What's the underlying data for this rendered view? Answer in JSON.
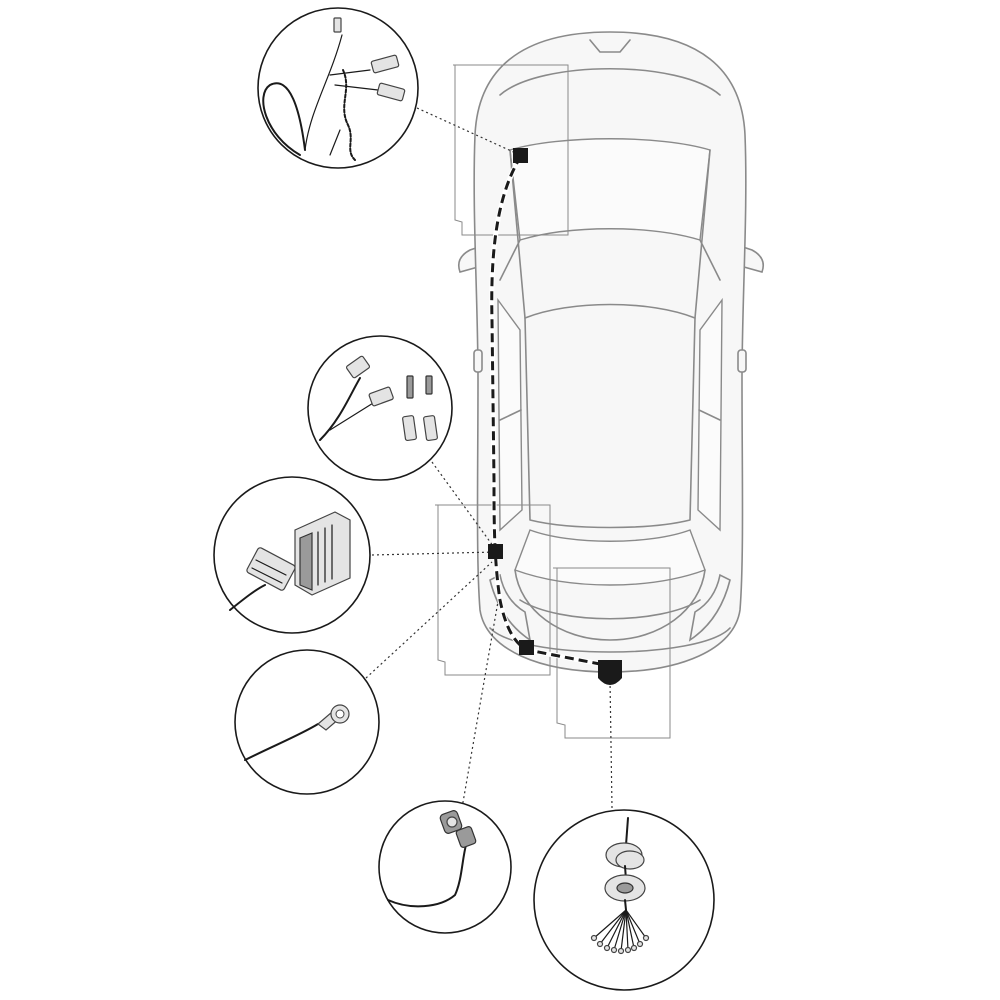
{
  "diagram": {
    "kind": "vehicle-wiring-harness-installation",
    "view": "top-down",
    "colors": {
      "car_outline": "#8a8a8a",
      "harness": "#1a1a1a",
      "leader": "#333333",
      "bubble_border": "#1a1a1a"
    },
    "nodes": [
      {
        "id": "front-left-connection",
        "shape": "square"
      },
      {
        "id": "mid-left-connection",
        "shape": "square"
      },
      {
        "id": "rear-left-connection",
        "shape": "square"
      },
      {
        "id": "tow-socket-mount",
        "shape": "socket"
      }
    ],
    "callouts": [
      {
        "id": "power-feed-wires",
        "icon": "wire-with-spade-connectors-icon"
      },
      {
        "id": "spade-connectors",
        "icon": "spade-terminals-icon"
      },
      {
        "id": "multi-pin-module",
        "icon": "multi-pin-connector-icon"
      },
      {
        "id": "ground-ring-terminal",
        "icon": "ring-terminal-icon"
      },
      {
        "id": "lamp-socket-adapter",
        "icon": "lamp-socket-icon"
      },
      {
        "id": "tow-bar-socket",
        "icon": "tow-socket-with-pins-icon"
      }
    ]
  }
}
